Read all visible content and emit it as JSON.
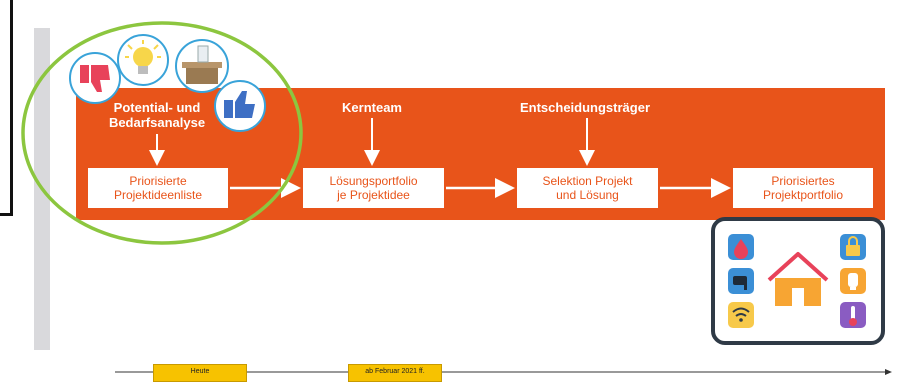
{
  "diagram": {
    "stages": [
      {
        "header": "Potential- und\nBedarfsanalyse",
        "box": "Priorisierte\nProjektideenliste"
      },
      {
        "header": "Kernteam",
        "box": "Lösungsportfolio\nje Projektidee"
      },
      {
        "header": "Entscheidungsträger",
        "box": "Selektion Projekt\nund Lösung"
      },
      {
        "header": "",
        "box": "Priorisiertes\nProjektportfolio"
      }
    ],
    "timeline": {
      "markers": [
        "Heute",
        "ab Februar 2021 ff."
      ]
    },
    "icons": {
      "analysis_cluster": [
        "thumbs-down-icon",
        "lightbulb-icon",
        "ballot-box-icon",
        "thumbs-up-icon"
      ],
      "smart_home": [
        "water-drop-icon",
        "camera-icon",
        "wifi-icon",
        "house-icon",
        "lock-icon",
        "bulb-icon",
        "thermometer-icon"
      ]
    },
    "colors": {
      "band": "#e8541a",
      "highlight_ellipse": "#8cc63f",
      "timeline_marker": "#f7c200",
      "smart_home_frame": "#2f3a46"
    }
  }
}
